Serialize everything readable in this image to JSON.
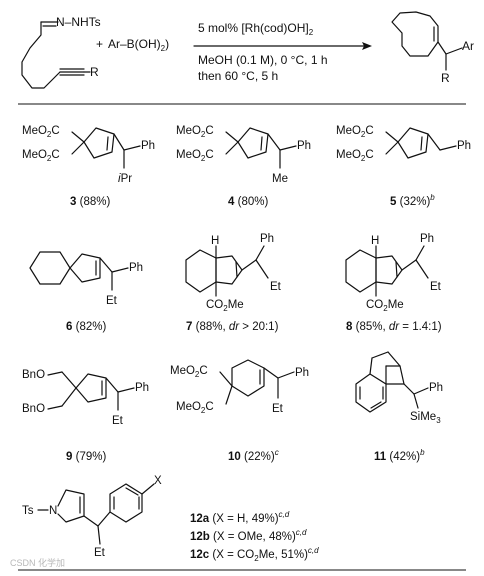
{
  "scheme": {
    "reagent_hydrazone": "N–NHTs",
    "reagent_plus": "+",
    "reagent_boronic": "Ar–B(OH)",
    "reagent_boronic_sub": "2",
    "reagent_R": "R",
    "conditions": {
      "catalyst_pre": "5 mol% [Rh(cod)OH]",
      "catalyst_sub": "2",
      "solvent": "MeOH (0.1 M), 0 °C, 1 h",
      "then": "then 60 °C, 5 h"
    },
    "product": {
      "Ar": "Ar",
      "R": "R"
    }
  },
  "compounds": [
    {
      "id": "3",
      "yield": "(88%)",
      "sup": ""
    },
    {
      "id": "4",
      "yield": "(80%)",
      "sup": ""
    },
    {
      "id": "5",
      "yield": "(32%)",
      "sup": "b"
    },
    {
      "id": "6",
      "yield": "(82%)",
      "sup": ""
    },
    {
      "id": "7",
      "yield": "(88%, ",
      "dr_label": "dr",
      "dr_value": " > 20:1)",
      "sup": ""
    },
    {
      "id": "8",
      "yield": "(85%, ",
      "dr_label": "dr",
      "dr_value": " = 1.4:1)",
      "sup": ""
    },
    {
      "id": "9",
      "yield": "(79%)",
      "sup": ""
    },
    {
      "id": "10",
      "yield": "(22%)",
      "sup": "c"
    },
    {
      "id": "11",
      "yield": "(42%)",
      "sup": "b"
    },
    {
      "id": "12a",
      "yield": "(X = H, 49%)",
      "sup": "c,d"
    },
    {
      "id": "12b",
      "yield": "(X = OMe, 48%)",
      "sup": "c,d"
    },
    {
      "id": "12c",
      "yield": "(X = CO",
      "yield_sub": "2",
      "yield_tail": "Me, 51%)",
      "sup": "c,d"
    }
  ],
  "labels": {
    "meo2c": "MeO",
    "meo2c_sub": "2",
    "meo2c_tail": "C",
    "ph": "Ph",
    "ipr_i": "i",
    "ipr_pr": "Pr",
    "me": "Me",
    "et": "Et",
    "h": "H",
    "co2me": "CO",
    "co2me_sub": "2",
    "co2me_tail": "Me",
    "bno": "BnO",
    "simet": "SiMe",
    "simet_sub": "3",
    "ts": "Ts",
    "n": "N",
    "x": "X"
  },
  "watermark": "CSDN 化学加"
}
